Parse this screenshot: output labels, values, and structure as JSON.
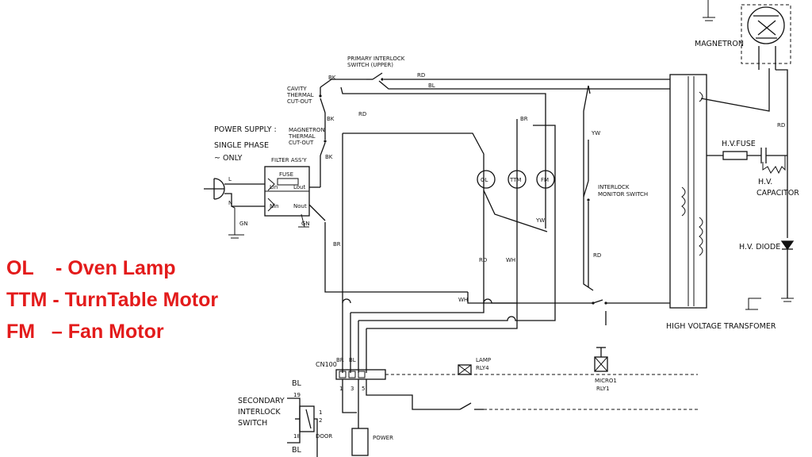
{
  "legend": {
    "ol": "OL    - Oven Lamp",
    "ttm": "TTM - TurnTable Motor",
    "fm": "FM   – Fan Motor"
  },
  "labels": {
    "power_supply_1": "POWER SUPPLY :",
    "power_supply_2": "SINGLE PHASE",
    "power_supply_3": "~ ONLY",
    "cavity_1": "CAVITY",
    "cavity_2": "THERMAL",
    "cavity_3": "CUT-OUT",
    "magnetron_tco_1": "MAGNETRON",
    "magnetron_tco_2": "THERMAL",
    "magnetron_tco_3": "CUT-OUT",
    "primary_1": "PRIMARY INTERLOCK",
    "primary_2": "SWITCH (UPPER)",
    "filter_assy": "FILTER ASS'Y",
    "fuse": "FUSE",
    "lin": "Lin",
    "lout": "Lout",
    "nin": "Nin",
    "nout": "Nout",
    "l": "L",
    "n": "N",
    "gn": "GN",
    "gn_b": "GN",
    "bk_1": "BK",
    "bk_2": "BK",
    "bk_3": "BK",
    "rd_1": "RD",
    "rd_2": "RD",
    "rd_3": "RD",
    "rd_4": "RD",
    "rd_5": "RD",
    "bl_1": "BL",
    "br_1": "BR",
    "br_2": "BR",
    "br_3": "BR",
    "wh_1": "WH",
    "wh_2": "WH",
    "yw_1": "YW",
    "yw_2": "YW",
    "ol": "OL",
    "ttm": "TTM",
    "fm": "FM",
    "interlock_monitor_1": "INTERLOCK",
    "interlock_monitor_2": "MONITOR SWITCH",
    "magnetron": "MAGNETRON",
    "hv_fuse": "H.V.FUSE",
    "hv_capacitor_1": "H.V.",
    "hv_capacitor_2": "CAPACITOR",
    "hv_diode": "H.V. DIODE",
    "hv_transformer": "HIGH VOLTAGE TRANSFOMER",
    "cn100": "CN100",
    "cn_br": "BR",
    "cn_bl": "BL",
    "pin_1": "1",
    "pin_3": "3",
    "pin_5": "5",
    "lamp": "LAMP",
    "rly4": "RLY4",
    "micro1": "MICRO1",
    "rly1": "RLY1",
    "secondary_1": "SECONDARY",
    "secondary_2": "INTERLOCK",
    "secondary_3": "SWITCH",
    "bl_top": "BL",
    "bl_bottom": "BL",
    "pin_19": "19",
    "pin_18": "18",
    "sw_1": "1",
    "sw_2": "2",
    "door": "DOOR",
    "power": "POWER"
  }
}
